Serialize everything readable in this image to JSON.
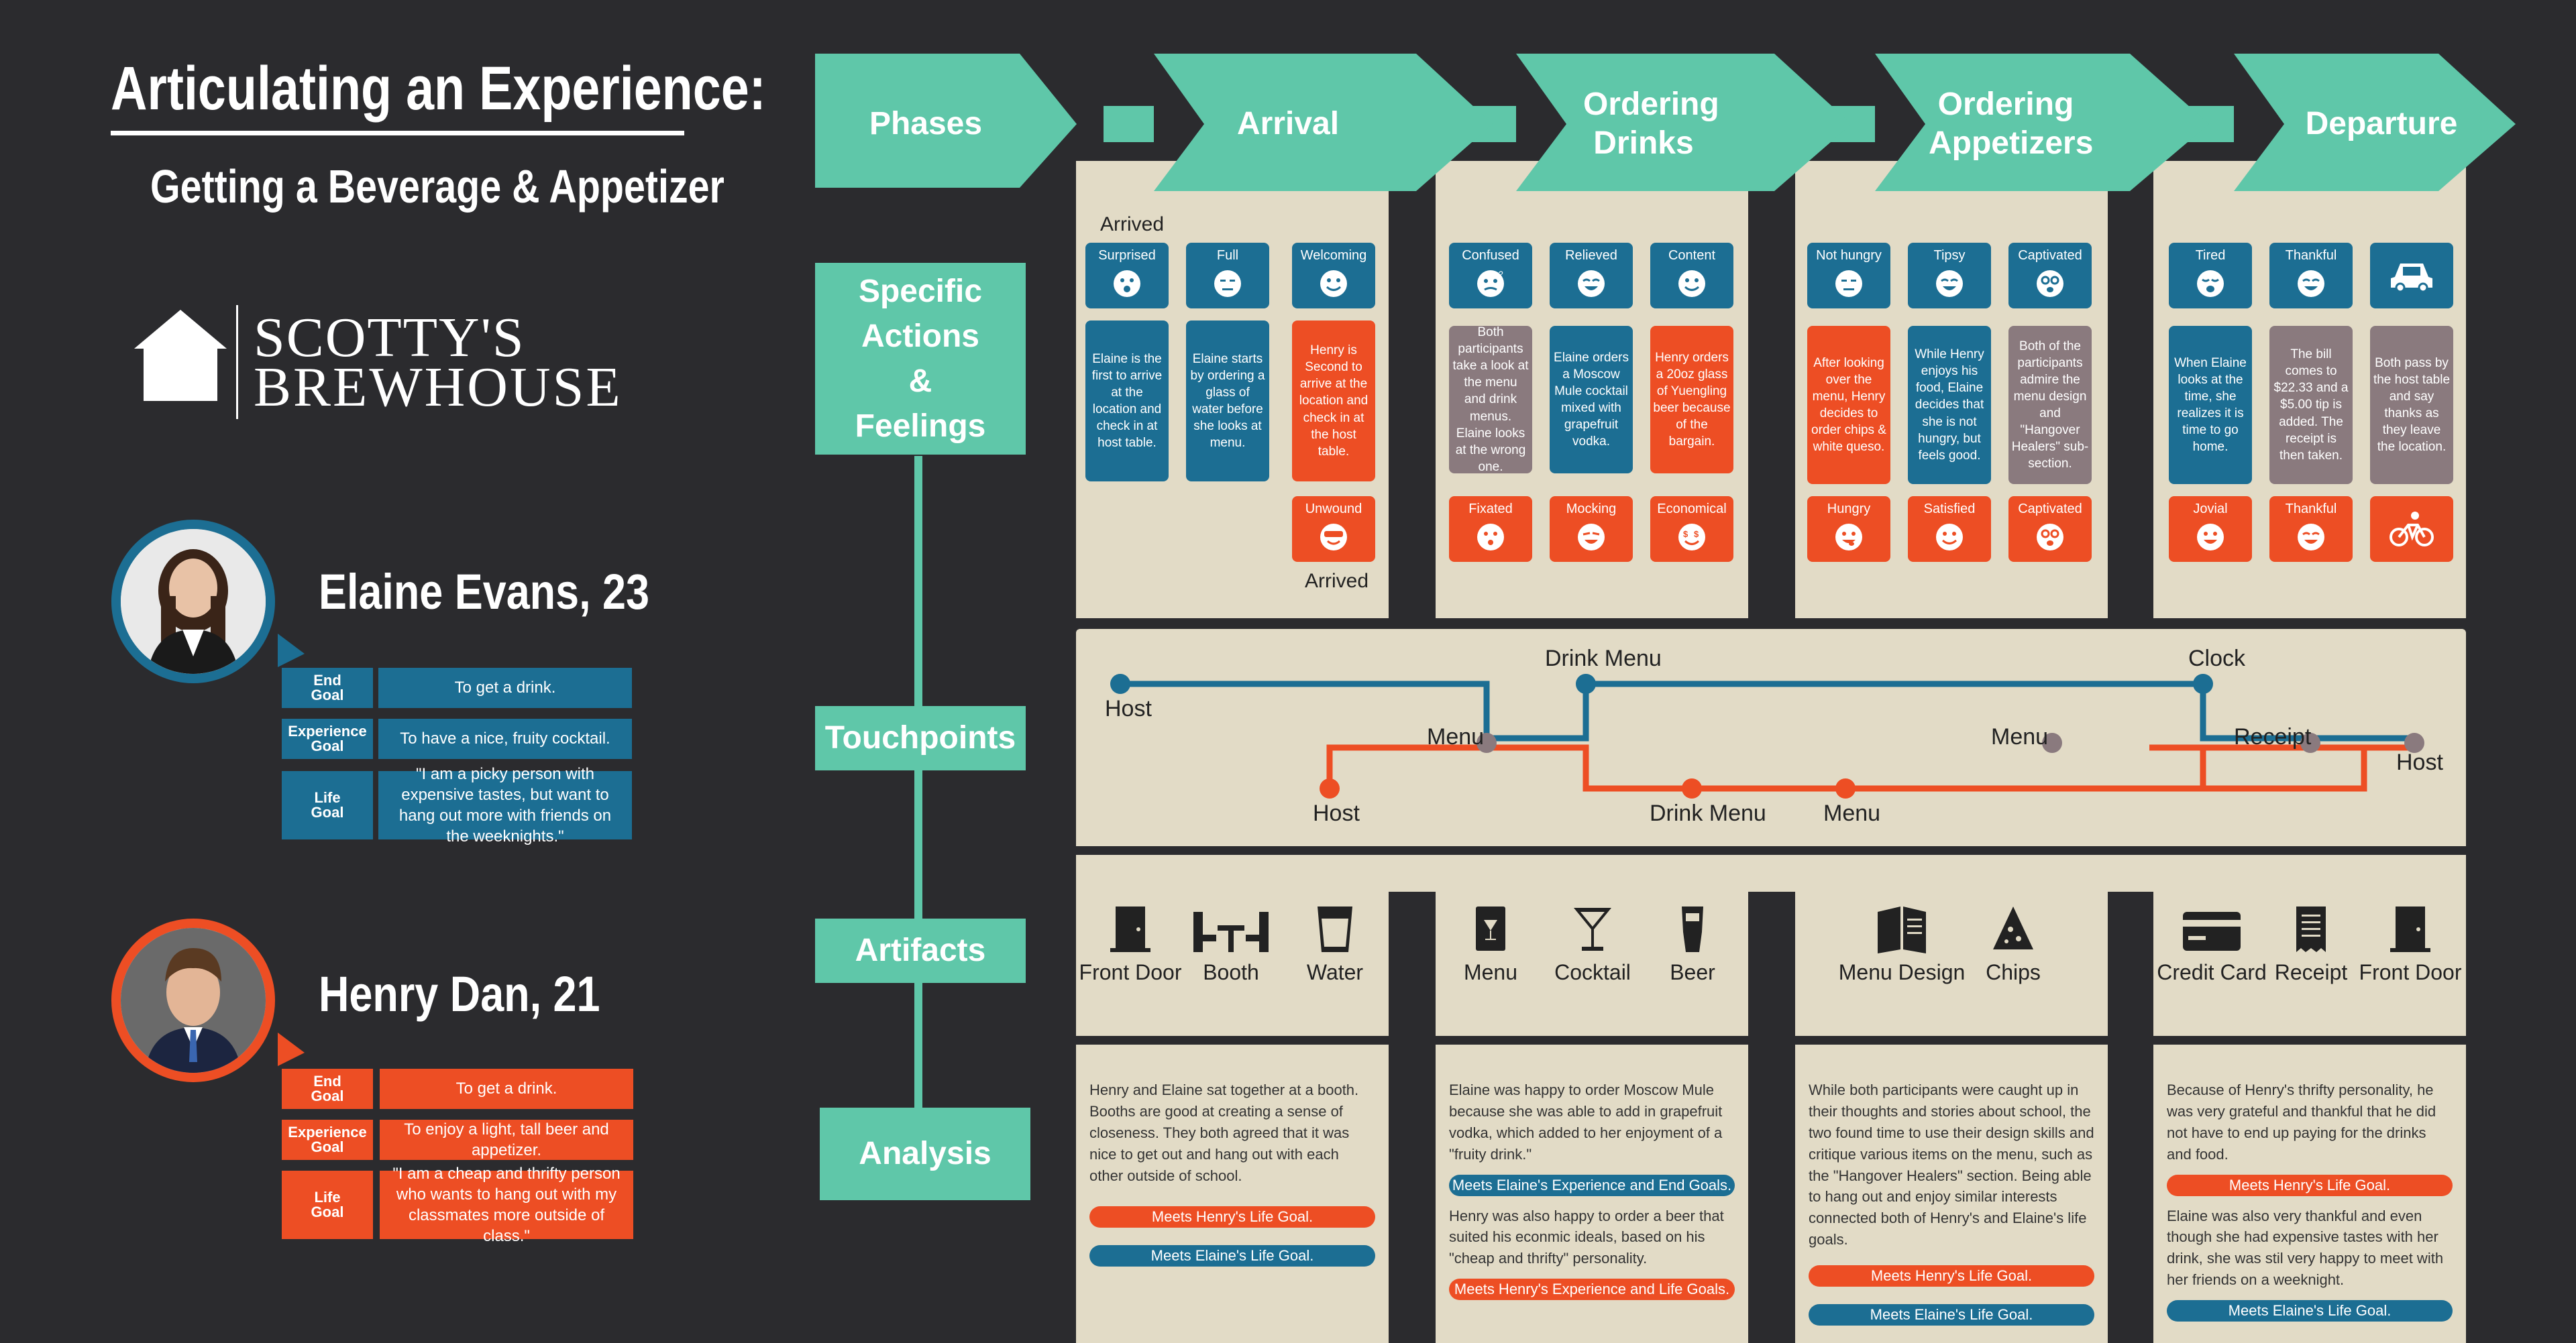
{
  "header": {
    "title": "Articulating an Experience:",
    "subtitle": "Getting a Beverage & Appetizer"
  },
  "logo": {
    "line1": "Scotty's",
    "line2": "Brewhouse"
  },
  "personas": [
    {
      "name": "Elaine Evans, 23",
      "color": "#1c6e93",
      "goals": [
        {
          "label": "End Goal",
          "text": "To get a drink."
        },
        {
          "label": "Experience Goal",
          "text": "To have a nice, fruity cocktail."
        },
        {
          "label": "Life Goal",
          "text": "\"I am a picky person with expensive tastes, but want to hang out more with friends on the weeknights.\""
        }
      ]
    },
    {
      "name": "Henry Dan, 21",
      "color": "#ed4e24",
      "goals": [
        {
          "label": "End Goal",
          "text": "To get a drink."
        },
        {
          "label": "Experience Goal",
          "text": "To enjoy a light, tall beer and appetizer."
        },
        {
          "label": "Life Goal",
          "text": "\"I am a cheap and thrifty person who wants to hang out with my classmates more outside of class.\""
        }
      ]
    }
  ],
  "rows": {
    "phases": "Phases",
    "actions": "Specific Actions & Feelings",
    "touchpoints": "Touchpoints",
    "artifacts": "Artifacts",
    "analysis": "Analysis"
  },
  "phases": [
    {
      "name": "Arrival",
      "artifacts": [
        "Front Door",
        "Booth",
        "Water"
      ]
    },
    {
      "name": "Ordering Drinks",
      "artifacts": [
        "Menu",
        "Cocktail",
        "Beer"
      ]
    },
    {
      "name": "Ordering Appetizers",
      "artifacts": [
        "Menu Design",
        "Chips"
      ]
    },
    {
      "name": "Departure",
      "artifacts": [
        "Credit Card",
        "Receipt",
        "Front Door"
      ]
    }
  ],
  "feelings": {
    "arrival": {
      "top_label": "Arrived",
      "bottom_label": "Arrived",
      "top": [
        "Surprised",
        "Full",
        "Welcoming"
      ],
      "desc": [
        "Elaine is the first to arrive at the location and check in at host table.",
        "Elaine starts by ordering a glass of water before she looks at menu.",
        "Henry is Second to arrive at the location and check in at the host table."
      ],
      "bottom": [
        "Unwound"
      ]
    },
    "drinks": {
      "top": [
        "Confused",
        "Relieved",
        "Content"
      ],
      "desc": [
        "Both participants take a look at the menu and drink menus. Elaine looks at the wrong one.",
        "Elaine orders a Moscow Mule cocktail mixed with grapefruit vodka.",
        "Henry orders a 20oz glass of Yuengling beer because of the bargain."
      ],
      "bottom": [
        "Fixated",
        "Mocking",
        "Economical"
      ]
    },
    "appetizers": {
      "top": [
        "Not hungry",
        "Tipsy",
        "Captivated"
      ],
      "desc": [
        "After looking over the menu, Henry decides to order chips & white queso.",
        "While Henry enjoys his food, Elaine decides that she is not hungry, but feels good.",
        "Both of the participants admire the menu design and \"Hangover Healers\" sub-section."
      ],
      "bottom": [
        "Hungry",
        "Satisfied",
        "Captivated"
      ]
    },
    "departure": {
      "top": [
        "Tired",
        "Thankful"
      ],
      "desc": [
        "When Elaine looks at the time, she realizes it is time to go home.",
        "The bill comes to $22.33 and a $5.00 tip is added. The receipt is then taken.",
        "Both pass by the host table and say thanks as they leave the location."
      ],
      "bottom": [
        "Jovial",
        "Thankful"
      ]
    }
  },
  "touchpoints": {
    "elaine": [
      "Host",
      "Menu",
      "Drink Menu",
      "Menu",
      "Clock",
      "Receipt",
      "Host"
    ],
    "henry": [
      "Host",
      "Drink Menu",
      "Menu"
    ]
  },
  "analysis": [
    {
      "paras": [
        "Henry and Elaine sat together at a booth. Booths are good at creating a sense of closeness. They both agreed that it was nice to get out and hang out with each other outside of school."
      ],
      "pills": [
        "Meets Henry's Life Goal.",
        "Meets Elaine's Life Goal."
      ]
    },
    {
      "paras": [
        "Elaine was happy to order Moscow Mule because she was able to add in grapefruit vodka, which added to her enjoyment of a \"fruity drink.\"",
        "Henry was also happy to order a beer that suited his econmic ideals, based on his \"cheap and thrifty\" personality."
      ],
      "pills": [
        "Meets Elaine's Experience and End Goals.",
        "Meets Henry's Experience and Life Goals."
      ]
    },
    {
      "paras": [
        "While both participants were caught up in their thoughts and stories about school, the two found time to use their design skills and critique various items on the menu, such as the \"Hangover Healers\" section. Being able to hang out and enjoy similar interests connected both of Henry's and Elaine's life goals."
      ],
      "pills": [
        "Meets Henry's Life Goal.",
        "Meets Elaine's Life Goal."
      ]
    },
    {
      "paras": [
        "Because of Henry's thrifty personality, he was very grateful and thankful that he did not have to end up paying for the drinks and food.",
        "Elaine was also very thankful and even though she had expensive tastes with her drink, she was stil very happy to meet with her friends on a weeknight."
      ],
      "pills": [
        "Meets Henry's Life Goal.",
        "Meets Elaine's Life Goal."
      ]
    }
  ],
  "colors": {
    "teal": "#5fc7a9",
    "elaine_blue": "#1c6e93",
    "henry_orange": "#ed4e24",
    "panel_beige": "#e2dbc6",
    "grey": "#8a7a7e",
    "background": "#2b2b2e"
  }
}
